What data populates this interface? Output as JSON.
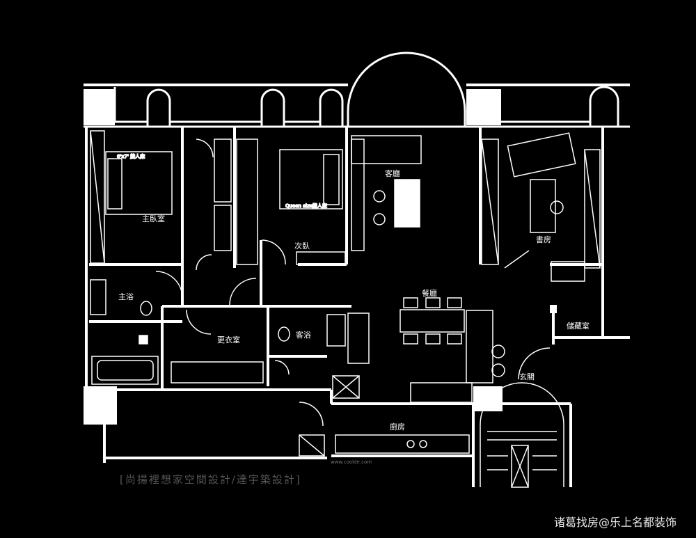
{
  "rooms": {
    "master_bedroom": "主臥室",
    "bedroom2": "次臥",
    "living_room": "客廳",
    "study": "書房",
    "dining": "餐廳",
    "master_bath": "主浴",
    "walk_in_closet": "更衣室",
    "guest_bath": "客浴",
    "storage": "儲藏室",
    "entrance": "玄關",
    "kitchen": "廚房"
  },
  "furniture_labels": {
    "king_bed": "6'x7' 雙人床",
    "queen_bed": "Queen size雙人床"
  },
  "credit": "[尚揚裡想家空間設計/達宇築設計]",
  "website": "www.coolde.com",
  "watermark": "诸葛找房@乐上名都装饰",
  "colors": {
    "background": "#000000",
    "lines": "#ffffff"
  }
}
